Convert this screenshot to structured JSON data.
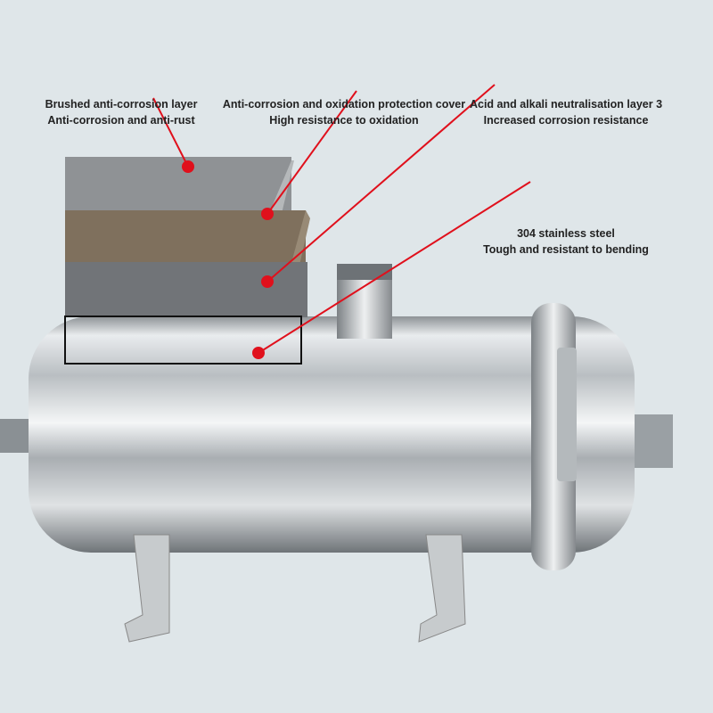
{
  "annotations": [
    {
      "title": "Brushed anti-corrosion layer",
      "subtitle": "Anti-corrosion and anti-rust"
    },
    {
      "title": "Anti-corrosion and oxidation protection cover",
      "subtitle": "High resistance to oxidation"
    },
    {
      "title": "Acid and alkali neutralisation layer 3",
      "subtitle": "Increased corrosion resistance"
    },
    {
      "title": "304 stainless steel",
      "subtitle": "Tough and resistant to bending"
    }
  ],
  "colors": {
    "background": "#dfe6e9",
    "pointer": "#e0101c"
  }
}
